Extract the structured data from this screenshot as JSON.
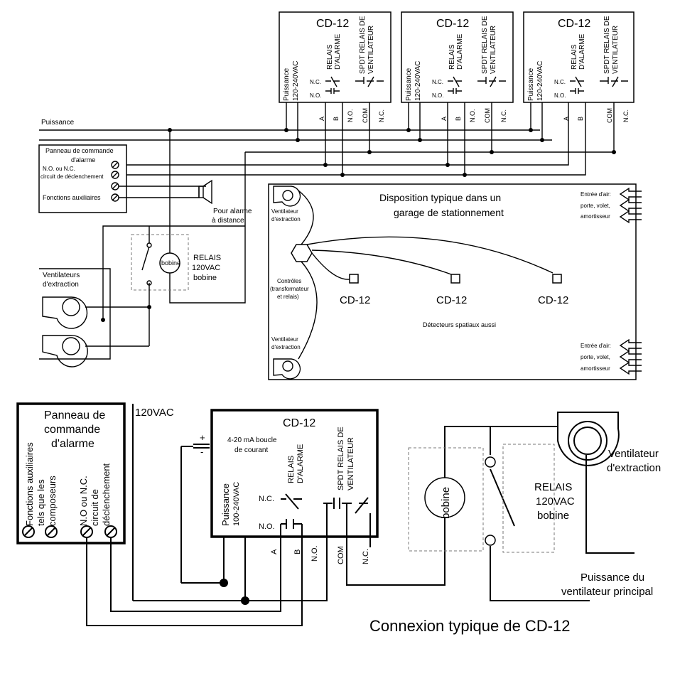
{
  "top": {
    "cd_title": "CD-12",
    "power": "Puissance",
    "power_voltage": "120-240VAC",
    "alarm_relay_1": "RELAIS",
    "alarm_relay_2": "D'ALARME",
    "fan_relay_1": "SPDT RELAIS DE",
    "fan_relay_2": "VENTILATEUR",
    "nc": "N.C.",
    "no": "N.O.",
    "term_a": "A",
    "term_b": "B",
    "term_no": "N.O.",
    "term_com": "COM",
    "term_nc": "N.C.",
    "power_line": "Puissance",
    "panel_title_1": "Panneau de commande",
    "panel_title_2": "d'alarme",
    "panel_circuit_1": "N.O. ou N.C.",
    "panel_circuit_2": "circuit de déclenchement",
    "panel_aux": "Fonctions auxiliaires",
    "remote_alarm_1": "Pour alarme",
    "remote_alarm_2": "à distance",
    "coil": "bobine",
    "relay_1": "RELAIS",
    "relay_2": "120VAC",
    "relay_3": "bobine",
    "exhaust_fans_1": "Ventilateurs",
    "exhaust_fans_2": "d'extraction"
  },
  "garage": {
    "title_1": "Disposition typique dans un",
    "title_2": "garage de stationnement",
    "fan_top_1": "Ventilateur",
    "fan_top_2": "d'extraction",
    "fan_bottom_1": "Ventilateur",
    "fan_bottom_2": "d'extraction",
    "controls_1": "Contrôles",
    "controls_2": "(transformateur",
    "controls_3": "et relais)",
    "sensor_label": "CD-12",
    "spatial": "Détecteurs spatiaux aussi",
    "air_in_1": "Entrée d'air:",
    "air_in_2": "porte, volet,",
    "air_in_3": "amortisseur"
  },
  "bottom": {
    "panel_title_1": "Panneau de",
    "panel_title_2": "commande",
    "panel_title_3": "d'alarme",
    "aux_1": "Fonctions auxiliaires",
    "aux_2": "tels que les",
    "aux_3": "composeurs",
    "circ_1": "N.O ou N.C.",
    "circ_2": "circuit de",
    "circ_3": "déclenchement",
    "supply": "120VAC",
    "cd_title": "CD-12",
    "plus": "+",
    "minus": "-",
    "loop_1": "4-20 mA boucle",
    "loop_2": "de courant",
    "power_1": "Puissance",
    "power_2": "100-240VAC",
    "alarm_relay_1": "RELAIS",
    "alarm_relay_2": "D'ALARME",
    "fan_relay_1": "SPDT RELAIS DE",
    "fan_relay_2": "VENTILATEUR",
    "nc": "N.C.",
    "no": "N.O.",
    "term_a": "A",
    "term_b": "B",
    "term_no": "N.O.",
    "term_com": "COM",
    "term_nc": "N.C.",
    "coil": "bobine",
    "relay_1": "RELAIS",
    "relay_2": "120VAC",
    "relay_3": "bobine",
    "fan_1": "Ventilateur",
    "fan_2": "d'extraction",
    "main_power_1": "Puissance du",
    "main_power_2": "ventilateur principal",
    "caption": "Connexion typique de CD-12"
  }
}
